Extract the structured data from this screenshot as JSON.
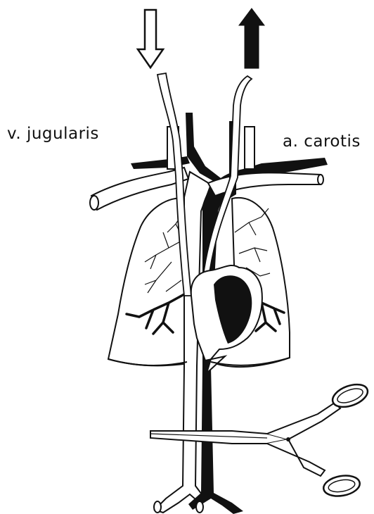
{
  "labels": {
    "vein": "v. jugularis",
    "artery": "a. carotis"
  },
  "arrows": {
    "inflow": {
      "direction": "down",
      "style": "outline",
      "meaning": "inflow-arrow"
    },
    "outflow": {
      "direction": "up",
      "style": "filled",
      "meaning": "outflow-arrow"
    }
  },
  "colors": {
    "ink": "#111111",
    "paper": "#ffffff"
  }
}
